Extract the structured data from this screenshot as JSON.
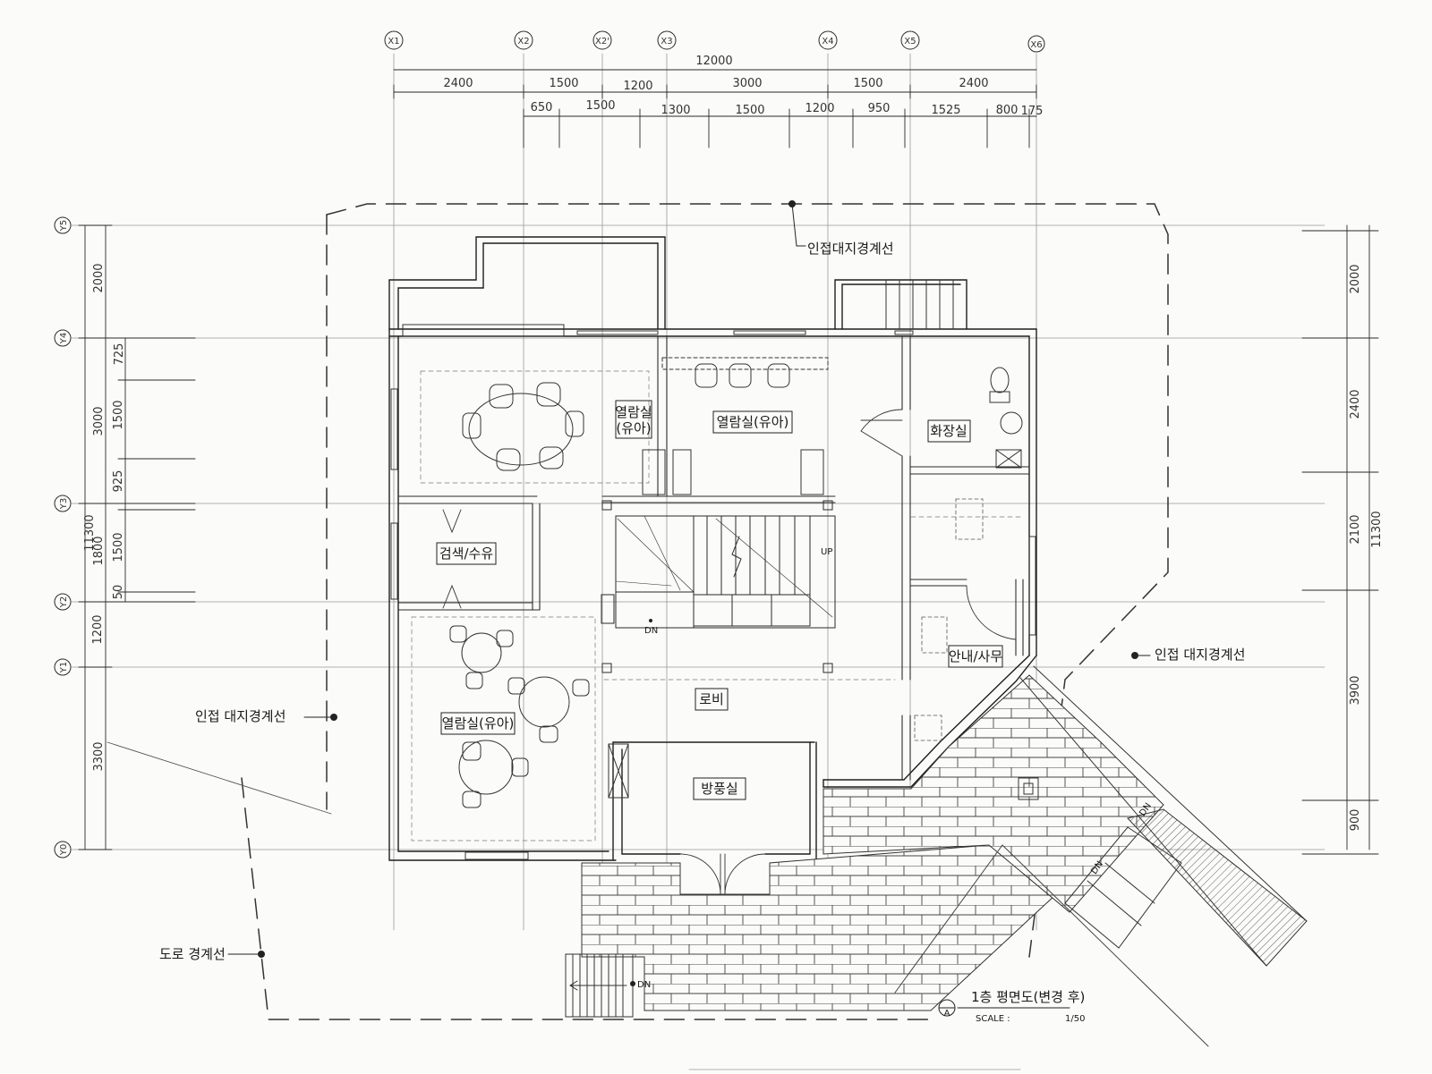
{
  "grid": {
    "x_labels": [
      "X1",
      "X2",
      "X2'",
      "X3",
      "X4",
      "X5",
      "X6"
    ],
    "y_labels": [
      "Y5",
      "Y4",
      "Y3",
      "Y2",
      "Y1",
      "Y0"
    ]
  },
  "dims_top": {
    "overall": "12000",
    "row1": [
      "2400",
      "1500",
      "1200",
      "3000",
      "1500",
      "2400"
    ],
    "row2": [
      "650",
      "1500",
      "1300",
      "1500",
      "1200",
      "950",
      "1525",
      "800",
      "175"
    ]
  },
  "dims_left": {
    "overall": "11300",
    "outer": [
      "2000",
      "3000",
      "1800",
      "1200",
      "3300"
    ],
    "inner": [
      "725",
      "1500",
      "925",
      "1500",
      "50"
    ]
  },
  "dims_right": {
    "overall": "11300",
    "values": [
      "2000",
      "2400",
      "2100",
      "3900",
      "900"
    ]
  },
  "rooms": {
    "reading_child_small": "열람실",
    "reading_child_small_sub": "(유아)",
    "reading_child_main": "열람실(유아)",
    "search": "검색/수유",
    "reading_child_lower": "열람실(유아)",
    "lobby": "로비",
    "restroom": "화장실",
    "info": "안내/사무",
    "windbreak": "방풍실"
  },
  "labels": {
    "adjacent_top": "인접대지경계선",
    "adjacent_left": "인접 대지경계선",
    "adjacent_right": "인접 대지경계선",
    "road": "도로 경계선",
    "up": "UP",
    "dn": "DN",
    "dn2": "DN",
    "dn3": "DN",
    "dn4": "DN"
  },
  "title_block": {
    "marker": "A",
    "title": "1층 평면도(변경 후)",
    "scale_label": "SCALE :",
    "scale_value": "1/50"
  }
}
